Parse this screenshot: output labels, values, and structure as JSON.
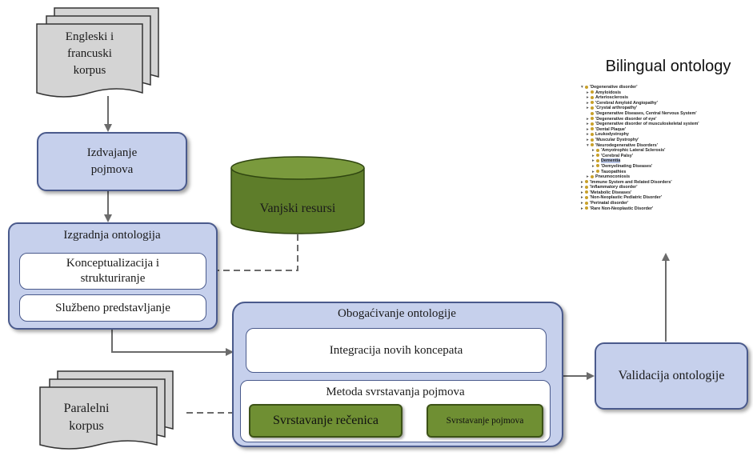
{
  "diagram": {
    "corpus_top": "Engleski i\nfrancuski\nkorpus",
    "extraction": "Izdvajanje\npojmova",
    "external": "Vanjski resursi",
    "building": {
      "title": "Izgradnja ontologija",
      "conceptualization": "Konceptualizacija i\nstrukturiranje",
      "formal": "Službeno predstavljanje"
    },
    "enrichment": {
      "title": "Obogaćivanje ontologije",
      "integration": "Integracija novih koncepata",
      "method": "Metoda svrstavanja pojmova",
      "sentences": "Svrstavanje rečenica",
      "terms": "Svrstavanje pojmova"
    },
    "parallel": "Paralelni\nkorpus",
    "validation": "Validacija ontologije",
    "ontology_title": "Bilingual ontology"
  },
  "colors": {
    "blue_fill": "#c6d0ec",
    "blue_border": "#4a5a8c",
    "green_fill": "#6f8f33",
    "cylinder_fill": "#5e7d2a",
    "doc_fill": "#d4d4d4",
    "arrow": "#6b6b6b"
  },
  "ontology_tree": [
    {
      "text": "'Degenerative disorder'",
      "exp": "▾"
    },
    {
      "text": "Amyloidosis",
      "exp": "▸"
    },
    {
      "text": "Arteriosclerosis",
      "exp": "▸"
    },
    {
      "text": "'Cerebral Amyloid Angiopathy'",
      "exp": "▸"
    },
    {
      "text": "'Crystal arthropathy'",
      "exp": "▸"
    },
    {
      "text": "'Degenerative Diseases, Central Nervous System'",
      "exp": ""
    },
    {
      "text": "'Degenerative disorder of eye'",
      "exp": "▸"
    },
    {
      "text": "'Degenerative disorder of musculoskeletal system'",
      "exp": "▸"
    },
    {
      "text": "'Dental Plaque'",
      "exp": "▸"
    },
    {
      "text": "Leukodystrophy",
      "exp": "▸"
    },
    {
      "text": "'Muscular Dystrophy'",
      "exp": "▸"
    },
    {
      "text": "'Neurodegenerative Disorders'",
      "exp": "▾"
    },
    {
      "text": "'Amyotrophic Lateral Sclerosis'",
      "exp": "▸"
    },
    {
      "text": "'Cerebral Palsy'",
      "exp": "▸"
    },
    {
      "text": "Dementia",
      "exp": "▸"
    },
    {
      "text": "'Demyelinating Diseases'",
      "exp": "▸"
    },
    {
      "text": "Tauopathies",
      "exp": "▸"
    },
    {
      "text": "Pneumoconiosis",
      "exp": "▸"
    },
    {
      "text": "'Immune System and Related Disorders'",
      "exp": "▸"
    },
    {
      "text": "'Inflammatory disorder'",
      "exp": "▸"
    },
    {
      "text": "'Metabolic Diseases'",
      "exp": "▸"
    },
    {
      "text": "'Non-Neoplastic Pediatric Disorder'",
      "exp": "▸"
    },
    {
      "text": "'Perinatal disorder'",
      "exp": "▸"
    },
    {
      "text": "'Rare Non-Neoplastic Disorder'",
      "exp": "▸"
    }
  ]
}
